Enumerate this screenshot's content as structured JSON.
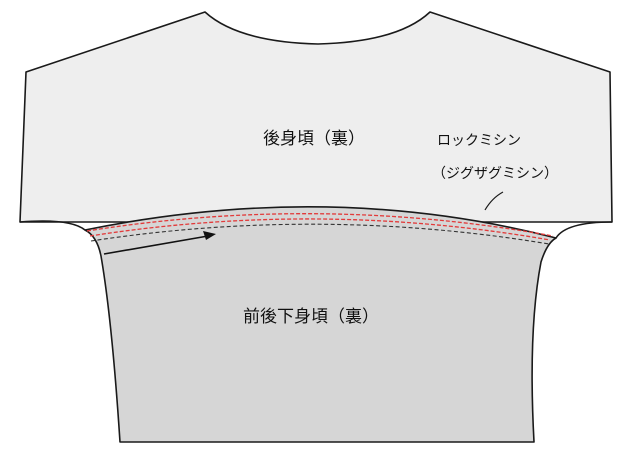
{
  "labels": {
    "back_body": "後身頃（裏）",
    "front_back_lower_body": "前後下身頃（裏）",
    "lock_sewing": "ロックミシン",
    "zigzag_sewing": "（ジグザグミシン）"
  },
  "colors": {
    "back_fill": "#eeeeee",
    "front_fill": "#d6d6d6",
    "outline": "#1a1a1a",
    "stitch_red": "#e23a3a",
    "stitch_dark": "#333333"
  }
}
